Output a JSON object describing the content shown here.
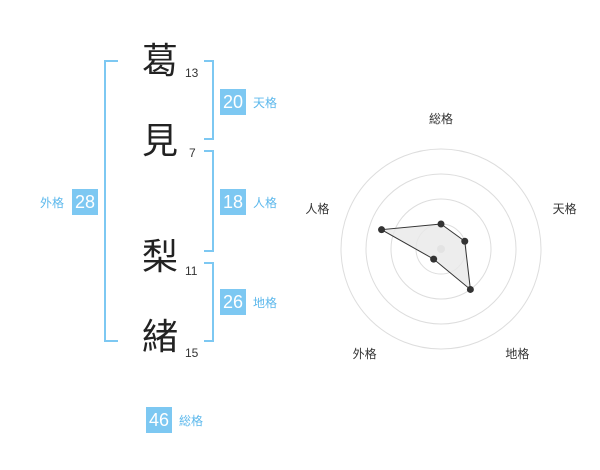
{
  "name_chars": [
    {
      "char": "葛",
      "strokes": "13"
    },
    {
      "char": "見",
      "strokes": "7"
    },
    {
      "char": "梨",
      "strokes": "11"
    },
    {
      "char": "緒",
      "strokes": "15"
    }
  ],
  "fortunes": {
    "tenkaku": {
      "value": "20",
      "label": "天格"
    },
    "jinkaku": {
      "value": "18",
      "label": "人格"
    },
    "chikaku": {
      "value": "26",
      "label": "地格"
    },
    "gaikaku": {
      "value": "28",
      "label": "外格"
    },
    "soukaku": {
      "value": "46",
      "label": "総格"
    }
  },
  "radar": {
    "axes": [
      "総格",
      "天格",
      "地格",
      "外格",
      "人格"
    ],
    "levels": 4,
    "max": 4,
    "values": [
      1,
      1,
      2,
      0.5,
      2.5
    ],
    "colors": {
      "ring": "#dddddd",
      "fill": "#e8e8e8",
      "line": "#333333",
      "point": "#333333",
      "center": "#cccccc"
    }
  }
}
